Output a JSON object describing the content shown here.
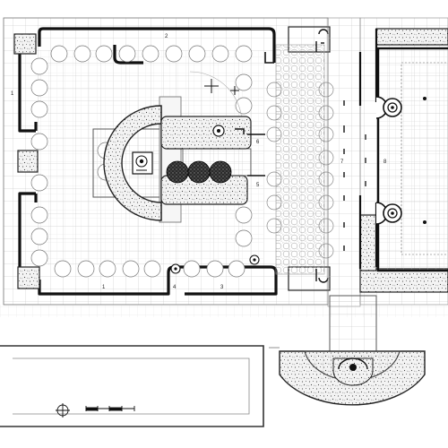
{
  "plan": {
    "area_labels": {
      "l1_left": "1",
      "l2_top": "2",
      "l1_bottom": "1",
      "l4": "4",
      "l3": "3",
      "l5": "5",
      "l6": "6",
      "l7": "7",
      "l8": "8"
    }
  }
}
